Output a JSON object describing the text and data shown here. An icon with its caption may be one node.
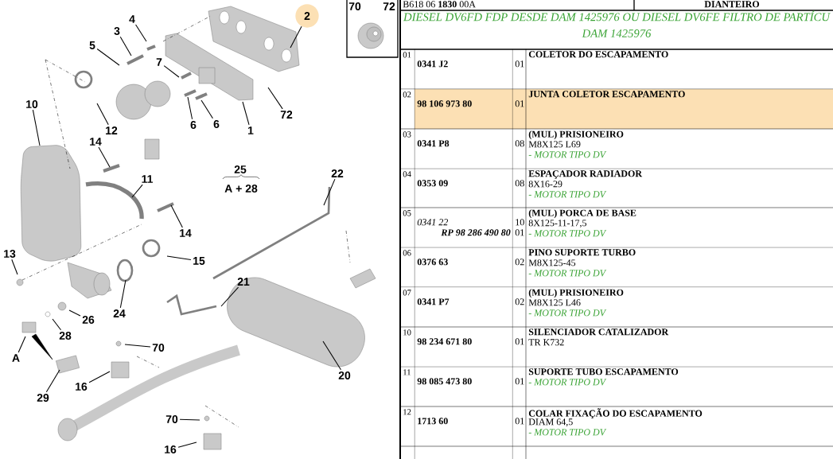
{
  "diagram": {
    "nodes": [
      {
        "text": [
          "2"
        ]
      },
      {
        "text": [
          "4"
        ]
      },
      {
        "text": [
          "3"
        ]
      },
      {
        "text": [
          "5"
        ]
      },
      {
        "text": [
          "7"
        ]
      },
      {
        "text": [
          "72"
        ]
      },
      {
        "text": [
          "10"
        ]
      },
      {
        "text": [
          "12"
        ]
      },
      {
        "text": [
          "6"
        ]
      },
      {
        "text": [
          "6"
        ]
      },
      {
        "text": [
          "1"
        ]
      },
      {
        "text": [
          "14"
        ]
      },
      {
        "text": [
          "11"
        ]
      },
      {
        "text": [
          "22"
        ]
      },
      {
        "text": [
          "14"
        ]
      },
      {
        "text": [
          "13"
        ]
      },
      {
        "text": [
          "15"
        ]
      },
      {
        "text": [
          "21"
        ]
      },
      {
        "text": [
          "24"
        ]
      },
      {
        "text": [
          "26"
        ]
      },
      {
        "text": [
          "28"
        ]
      },
      {
        "text": [
          "A"
        ]
      },
      {
        "text": [
          "70"
        ]
      },
      {
        "text": [
          "20"
        ]
      },
      {
        "text": [
          "29"
        ]
      },
      {
        "text": [
          "16"
        ]
      },
      {
        "text": [
          "70"
        ]
      },
      {
        "text": [
          "16"
        ]
      }
    ],
    "edges": [
      {
        "from": 0,
        "to": null,
        "arrow": "none"
      },
      {
        "from": 1,
        "to": null,
        "arrow": "none"
      },
      {
        "from": 2,
        "to": null,
        "arrow": "none"
      },
      {
        "from": 3,
        "to": null,
        "arrow": "none"
      },
      {
        "from": 4,
        "to": null,
        "arrow": "none"
      },
      {
        "from": 5,
        "to": null,
        "arrow": "none"
      },
      {
        "from": 6,
        "to": null,
        "arrow": "none"
      },
      {
        "from": 7,
        "to": null,
        "arrow": "none"
      },
      {
        "from": 8,
        "to": null,
        "arrow": "none"
      },
      {
        "from": 9,
        "to": null,
        "arrow": "none"
      },
      {
        "from": 10,
        "to": null,
        "arrow": "none"
      },
      {
        "from": 11,
        "to": null,
        "arrow": "none"
      },
      {
        "from": 12,
        "to": null,
        "arrow": "none"
      },
      {
        "from": 13,
        "to": null,
        "arrow": "none"
      },
      {
        "from": 14,
        "to": null,
        "arrow": "none"
      },
      {
        "from": 15,
        "to": null,
        "arrow": "none"
      },
      {
        "from": 16,
        "to": null,
        "arrow": "none"
      },
      {
        "from": 17,
        "to": null,
        "arrow": "none"
      },
      {
        "from": 18,
        "to": null,
        "arrow": "none"
      },
      {
        "from": 19,
        "to": null,
        "arrow": "none"
      },
      {
        "from": 20,
        "to": null,
        "arrow": "none"
      },
      {
        "from": 21,
        "to": null,
        "arrow": "none"
      },
      {
        "from": 22,
        "to": null,
        "arrow": "none"
      },
      {
        "from": 23,
        "to": null,
        "arrow": "none"
      },
      {
        "from": 24,
        "to": null,
        "arrow": "none"
      },
      {
        "from": 25,
        "to": null,
        "arrow": "none"
      },
      {
        "from": 26,
        "to": null,
        "arrow": "none"
      },
      {
        "from": 27,
        "to": null,
        "arrow": "none"
      }
    ],
    "labels": [
      "B618 06 **1830** 00A",
      "DIANTEIRO",
      "DIESEL DV6FD FDP DESDE DAM 1425976 OU DIESEL DV6FE FILTRO DE PARTÍCU",
      "DAM 1425976",
      "25",
      "A + 28",
      "70",
      "72",
      "01",
      "0341 J2",
      "01",
      "COLETOR DO ESCAPAMENTO",
      "02",
      "98 106 973 80",
      "01",
      "JUNTA COLETOR ESCAPAMENTO",
      "03",
      "0341 P8",
      "08",
      "(MUL) PRISIONEIRO",
      "M8X125 L69",
      "- *MOTOR TIPO DV*",
      "04",
      "0353 09",
      "08",
      "ESPAÇADOR RADIADOR",
      "8X16-29",
      "- *MOTOR TIPO DV*",
      "05",
      "0341 22",
      "RP 98 286 490 80",
      "10",
      "01",
      "(MUL) PORCA DE BASE",
      "8X125-11-17,5",
      "- *MOTOR TIPO DV*",
      "06",
      "0376 63",
      "02",
      "PINO SUPORTE TURBO",
      "M8X125-45",
      "- *MOTOR TIPO DV*",
      "07",
      "0341 P7",
      "02",
      "(MUL) PRISIONEIRO",
      "M8X125 L46",
      "- *MOTOR TIPO DV*",
      "10",
      "98 234 671 80",
      "01",
      "SILENCIADOR CATALIZADOR",
      "TR K732",
      "11",
      "98 085 473 80",
      "01",
      "SUPORTE TUBO ESCAPAMENTO",
      "- *MOTOR TIPO DV*",
      "12",
      "1713 60",
      "01",
      "COLAR FIXAÇÃO DO ESCAPAMENTO",
      "DIAM 64,5",
      "- *MOTOR TIPO DV*"
    ]
  }
}
